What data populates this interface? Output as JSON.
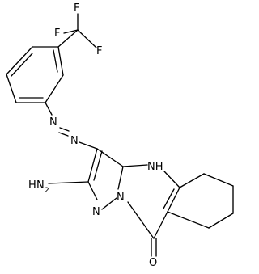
{
  "molecule": {
    "labels": {
      "F1": "F",
      "F2": "F",
      "F3": "F",
      "N_azo1": "N",
      "N_azo2": "N",
      "NH": "NH",
      "NH2": "H",
      "NH2_N": "N",
      "NH2_sub": "2",
      "N_pyr": "N",
      "N_bridge": "N",
      "O": "O"
    }
  }
}
